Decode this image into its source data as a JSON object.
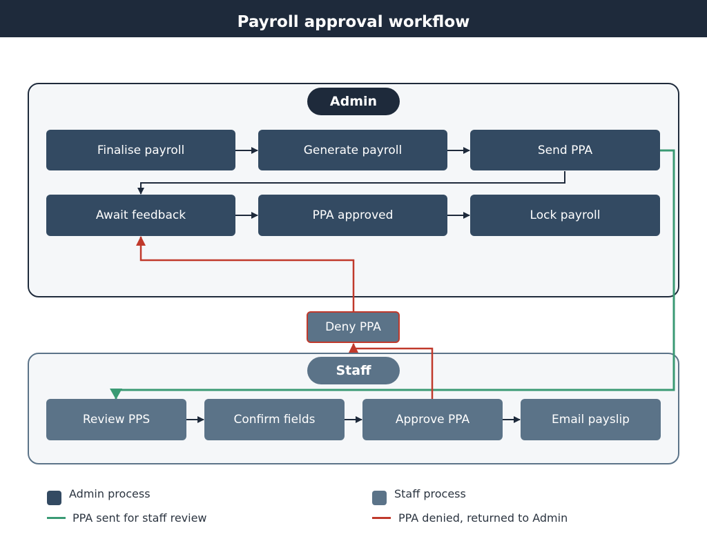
{
  "title": "Payroll approval workflow",
  "colors": {
    "admin_process": "#334a62",
    "staff_process": "#5b7388",
    "staff_review_flow": "#3a9a74",
    "denied_flow": "#c0392b",
    "flow_arrow": "#1e2a3b"
  },
  "lanes": {
    "admin": {
      "label": "Admin",
      "steps": [
        "Finalise payroll",
        "Generate payroll",
        "Send PPA",
        "Await feedback",
        "PPA approved",
        "Lock payroll"
      ]
    },
    "staff": {
      "label": "Staff",
      "steps": [
        "Review PPS",
        "Confirm fields",
        "Approve PPA",
        "Email payslip"
      ]
    }
  },
  "decision": "Deny PPA",
  "legend": [
    {
      "label": "Admin process",
      "kind": "swatch",
      "color": "#334a62"
    },
    {
      "label": "Staff process",
      "kind": "swatch",
      "color": "#5b7388"
    },
    {
      "label": "PPA sent for staff review",
      "kind": "line",
      "color": "#3a9a74"
    },
    {
      "label": "PPA denied, returned to Admin",
      "kind": "line",
      "color": "#c0392b"
    }
  ]
}
